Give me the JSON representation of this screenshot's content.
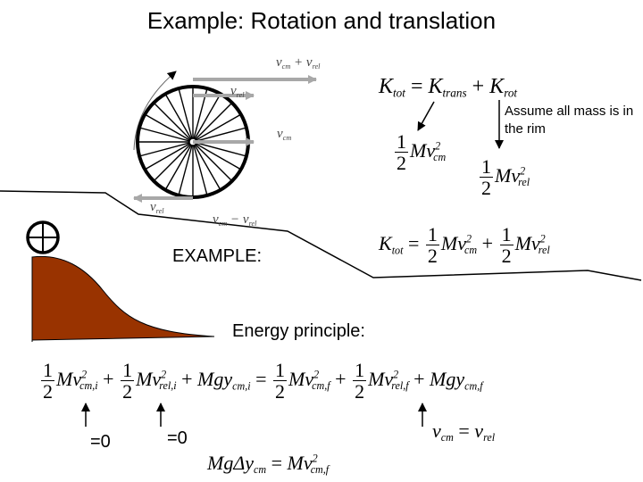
{
  "title": "Example: Rotation and translation",
  "wheel_labels": {
    "top_outer_v": "v",
    "top_outer_sub": "cm",
    "top_outer_plus": " + v",
    "top_outer_sub2": "rel",
    "top_inner_v": "v",
    "top_inner_sub": "rel",
    "mid_v": "v",
    "mid_sub": "cm",
    "bl_v": "v",
    "bl_sub": "rel",
    "bot_v": "v",
    "bot_sub": "cm",
    "bot_minus": " − v",
    "bot_sub2": "rel"
  },
  "energy_top": {
    "K": "K",
    "tot": "tot",
    "eq": " = ",
    "trans": "trans",
    "plus": " + ",
    "rot": "rot"
  },
  "assume_note": "Assume all mass is in the rim",
  "frac": {
    "num": "1",
    "den": "2"
  },
  "terms": {
    "Mv": "Mv",
    "sq": "2",
    "cm": "cm",
    "rel": "rel"
  },
  "example_label": "EXAMPLE:",
  "energy_principle": "Energy principle:",
  "main_eq_subs": {
    "cm_i": "cm,i",
    "rel_i": "rel,i",
    "cm_f": "cm,f",
    "rel_f": "rel,f",
    "Mgy": "Mgy",
    "plus": " + ",
    "eq": " = "
  },
  "zero_labels": [
    "=0",
    "=0"
  ],
  "vcm_eq": {
    "v": "v",
    "cm": "cm",
    "eq": " = ",
    "rel": "rel"
  },
  "final_eq": {
    "lhs": "MgΔy",
    "lhs_sub": "cm",
    "eq": " = ",
    "rhs": "Mv",
    "sq": "2",
    "rhs_sub": "cm,f"
  },
  "colors": {
    "hill_fill": "#993300",
    "arrow_gray": "#a8a8a8",
    "ink": "#000000"
  }
}
